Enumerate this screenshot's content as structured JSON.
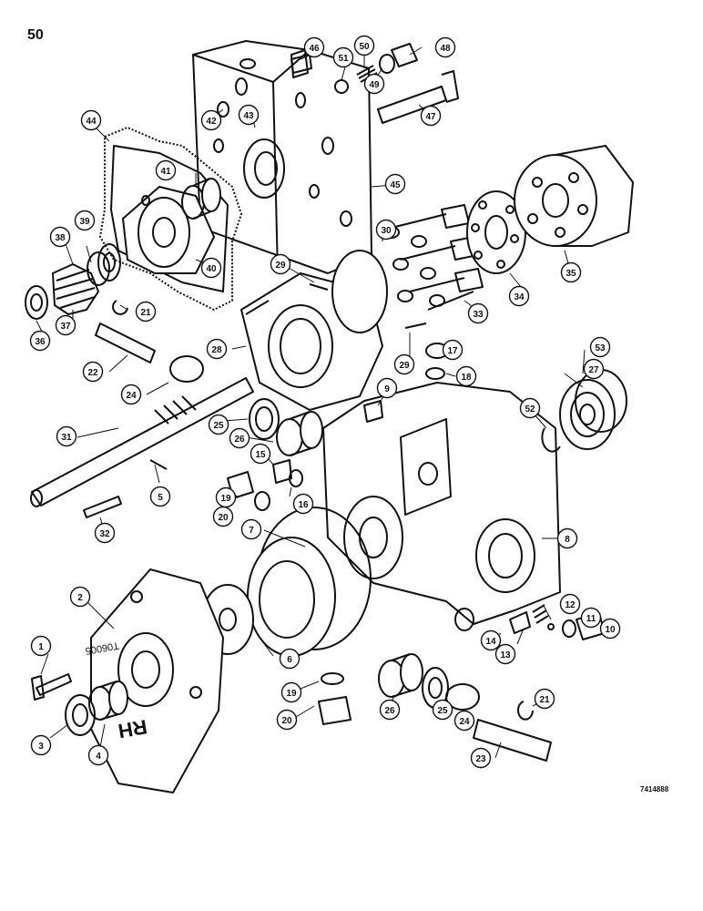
{
  "page_number": "50",
  "figure_id": "7414888",
  "cover_stamp": [
    "RH",
    "T06005"
  ],
  "callouts": [
    "1",
    "2",
    "3",
    "4",
    "5",
    "6",
    "7",
    "8",
    "9",
    "10",
    "11",
    "12",
    "13",
    "14",
    "15",
    "16",
    "17",
    "18",
    "19",
    "20",
    "20",
    "19",
    "21",
    "21",
    "22",
    "23",
    "24",
    "24",
    "25",
    "25",
    "26",
    "26",
    "27",
    "28",
    "29",
    "29",
    "30",
    "31",
    "32",
    "33",
    "34",
    "35",
    "36",
    "37",
    "38",
    "39",
    "40",
    "41",
    "42",
    "43",
    "44",
    "45",
    "46",
    "47",
    "48",
    "49",
    "50",
    "51",
    "52",
    "53"
  ]
}
